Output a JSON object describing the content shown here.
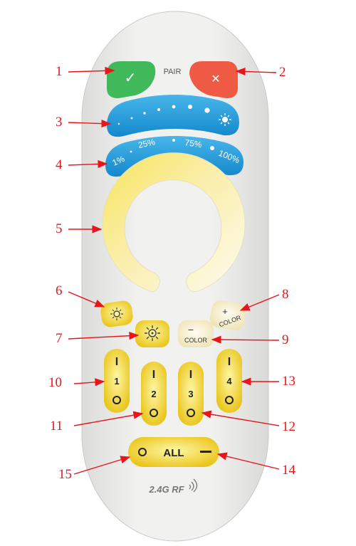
{
  "remote": {
    "pair_label": "PAIR",
    "confirm_glyph": "✓",
    "cancel_glyph": "✕",
    "brightness_labels": [
      "1%",
      "25%",
      "75%",
      "100%"
    ],
    "color_minus_sign": "−",
    "color_minus_label": "COLOR",
    "color_plus_sign": "+",
    "color_plus_label": "COLOR",
    "zones": [
      {
        "number": "1",
        "on": "I",
        "off": "O"
      },
      {
        "number": "2",
        "on": "I",
        "off": "O"
      },
      {
        "number": "3",
        "on": "I",
        "off": "O"
      },
      {
        "number": "4",
        "on": "I",
        "off": "O"
      }
    ],
    "all_off": "O",
    "all_label": "ALL",
    "all_on": "−",
    "brand": "2.4G RF",
    "icons": {
      "confirm": "check-icon",
      "cancel": "close-icon",
      "brightness_up": "sun-icon",
      "dim": "sun-small-icon",
      "bright": "sun-large-icon",
      "signal": "wireless-signal-icon"
    },
    "colors": {
      "body": "#ececea",
      "green": "#3fb95a",
      "red": "#ee5a43",
      "blue": "#1f9ad8",
      "yellow": "#f6e13f",
      "warm_white": "#fbf6dc"
    }
  },
  "callouts": [
    "1",
    "2",
    "3",
    "4",
    "5",
    "6",
    "7",
    "8",
    "9",
    "10",
    "11",
    "12",
    "13",
    "14",
    "15"
  ]
}
